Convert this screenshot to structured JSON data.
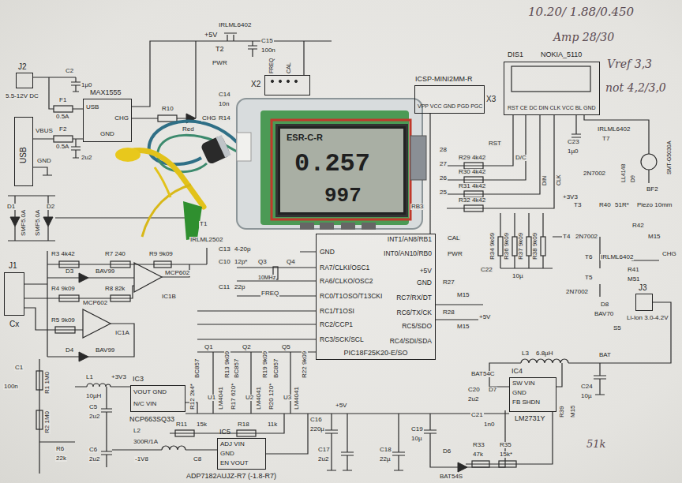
{
  "diagram": {
    "nodes": [
      {
        "text": [
          "J2"
        ]
      },
      {
        "text": [
          "USB"
        ]
      },
      {
        "text": [
          "MAX1555",
          "USB",
          "CHG",
          "GND"
        ]
      },
      {
        "text": [
          "X2"
        ]
      },
      {
        "text": [
          "ESR-C-R",
          "0.257",
          "997"
        ]
      },
      {
        "text": [
          "ICSP-MINI2MM-R",
          "VPP VCC GND PGD PGC",
          "X3"
        ]
      },
      {
        "text": [
          "DIS1",
          "NOKIA_5110",
          "RST CE DC DIN CLK VCC BL GND"
        ]
      },
      {
        "text": [
          "J1",
          "Cx"
        ]
      },
      {
        "text": [
          "GND",
          "RA7/CLKI/OSC1",
          "RA6/CLKO/OSC2",
          "RC0/T1OSO/T13CKI",
          "RC1/T1OSI",
          "RC2/CCP1",
          "RC3/SCK/SCL",
          "INT1/AN8/RB1",
          "INT0/AN10/RB0",
          "+5V",
          "GND",
          "RC7/RX/DT",
          "RC6/TX/CK",
          "RC5/SDO",
          "RC4/SDI/SDA",
          "PIC18F25K20-E/SO"
        ]
      },
      {
        "text": [
          "IC3",
          "VOUT GND",
          "N/C VIN",
          "NCP663SQ33"
        ]
      },
      {
        "text": [
          "IC5",
          "ADJ VIN",
          "GND",
          "EN VOUT",
          "ADP7182AUJZ-R7 (-1.8-R7)"
        ]
      },
      {
        "text": [
          "IC4",
          "SW VIN",
          "GND",
          "FB SHDN",
          "LM2731Y"
        ]
      },
      {
        "text": [
          "J3",
          "Li-Ion 3.0-4.2V"
        ]
      }
    ],
    "edges": [
      {
        "from": 5,
        "to": 8,
        "arrow": "none"
      }
    ],
    "labels": [
      "+5V",
      "IRLML6402",
      "T2",
      "PWR",
      "C15",
      "100n",
      "FREQ",
      "CAL",
      "C14",
      "10n",
      "R14",
      "5.5-12V DC",
      "C2",
      "1µ0",
      "F1",
      "0.5A",
      "R10",
      "CHG",
      "Red",
      "VBUS",
      "F2",
      "0.5A",
      "2u2",
      "GND",
      "SMF5.0A",
      "SMF5.0A",
      "D1",
      "D2",
      "R3 4k42",
      "R7 240",
      "R9 9k09",
      "D3",
      "BAV99",
      "R4 9k09",
      "R8 82k",
      "MCP602",
      "IC1B",
      "MCP602",
      "IC1A",
      "R5 9k09",
      "D4",
      "BAV99",
      "T1",
      "IRLML2502",
      "C13",
      "4-20p",
      "C10",
      "12p*",
      "Q3",
      "Q4",
      "10MHz",
      "C11",
      "22p",
      "FREQ",
      "C1",
      "100n",
      "R1 1M0",
      "R2 1M0",
      "L1",
      "10µH",
      "+3V3",
      "C5",
      "2u2",
      "L2",
      "300R/1A",
      "C6",
      "2u2",
      "-1V8",
      "R6",
      "22k",
      "R11",
      "15k",
      "R18",
      "11k",
      "C8",
      "Q1",
      "BC857",
      "R13 9k09",
      "Q2",
      "BC857",
      "R19 9k09",
      "Q5",
      "BC857",
      "R22 9k09",
      "R12 2k4*",
      "U1",
      "LM4041",
      "R17 620*",
      "U2",
      "LM4041",
      "R20 120*",
      "U3",
      "LM4041",
      "C16",
      "220µ",
      "+5V",
      "C17",
      "2u2",
      "C18",
      "22µ",
      "C19",
      "10µ",
      "D6",
      "BAT54S",
      "C20",
      "2u2",
      "BAT54C",
      "D7",
      "C21",
      "1n0",
      "R33",
      "47k",
      "R35",
      "15k*",
      "L3",
      "6.8µH",
      "BAT",
      "C24",
      "10µ",
      "R39",
      "M15",
      "51k",
      "28",
      "27",
      "26",
      "25",
      "RB3",
      "R29 4k42",
      "R30 4k42",
      "R31 4k42",
      "R32 4k42",
      "RST",
      "D/C",
      "DIN",
      "CLK",
      "C23",
      "1µ0",
      "+3V3",
      "IRLML6402",
      "T7",
      "LL4148",
      "D9",
      "SMT-G5030A",
      "BF2",
      "Piezo 10mm",
      "2N7002",
      "T3",
      "R40",
      "51R*",
      "R34 9k09",
      "R36 9k09",
      "R37 9k09",
      "R38 9k09",
      "T4",
      "2N7002",
      "R42",
      "M15",
      "CAL",
      "PWR",
      "C22",
      "10µ",
      "CHG",
      "T6",
      "IRLML6402",
      "R27",
      "M15",
      "R28",
      "M15",
      "+5V",
      "T5",
      "2N7002",
      "R41",
      "M51",
      "D8",
      "BAV70",
      "S5",
      "10.20/ 1.88/0.450",
      "Amp 28/30",
      "Vref 3,3",
      "not 4,2/3,0"
    ]
  }
}
